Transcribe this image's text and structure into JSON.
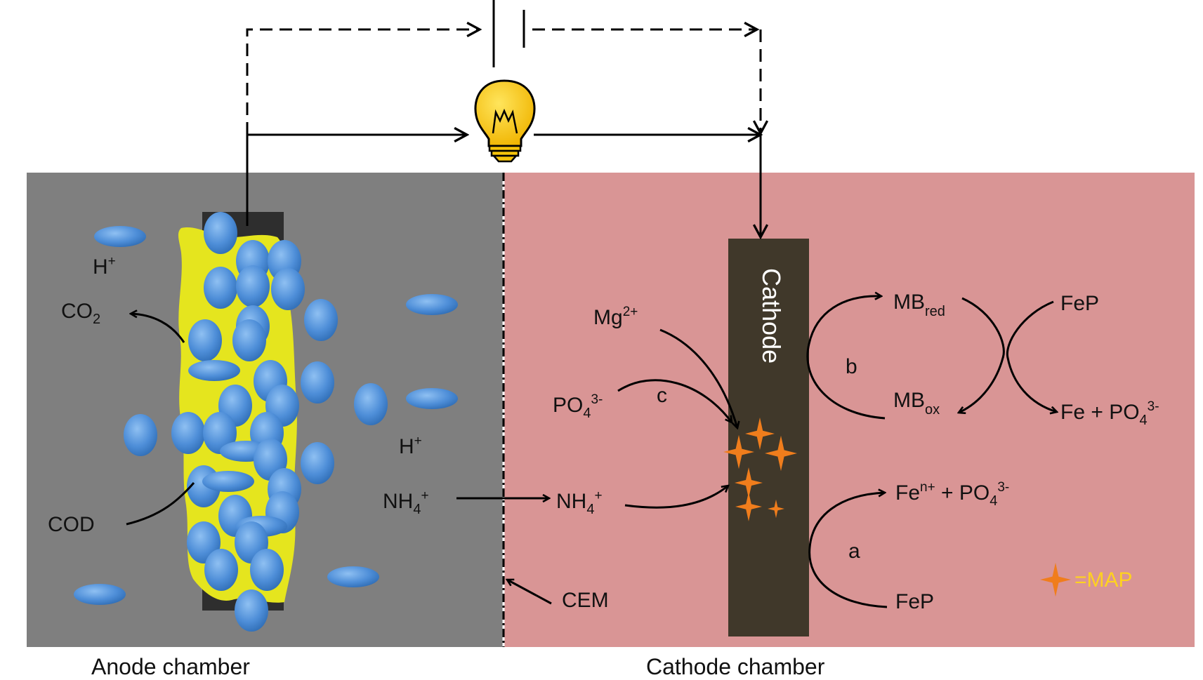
{
  "labels": {
    "anode_chamber": "Anode chamber",
    "cathode_chamber": "Cathode chamber",
    "cathode": "Cathode",
    "h_plus_top": "H",
    "h_plus_mid": "H",
    "plus": "+",
    "co": "CO",
    "two": "2",
    "cod": "COD",
    "nh": "NH",
    "four": "4",
    "nh4_left_sup": "+",
    "nh4_right_sup": "+",
    "mg": "Mg",
    "mg_sup": "2+",
    "po": "PO",
    "po_sup": "3-",
    "c": "c",
    "b": "b",
    "a": "a",
    "mb": "MB",
    "red": "red",
    "ox": "ox",
    "fep_top": "FeP",
    "fe_po4": "Fe + PO",
    "fen": "Fe",
    "fen_sup": "n+",
    "plus_po": " + PO",
    "fep_bottom": "FeP",
    "cem": "CEM",
    "map": "=MAP"
  },
  "colors": {
    "anode_bg": "#7f7f7f",
    "cathode_bg": "#d99595",
    "electrode_dark": "#2e2e2e",
    "cathode_electrode": "#40382a",
    "biofilm": "#e5e51e",
    "bacteria": "#4e8ed8",
    "bulb": "#f7c40a",
    "map_star": "#f07d1c",
    "map_text": "#ffd21f"
  }
}
